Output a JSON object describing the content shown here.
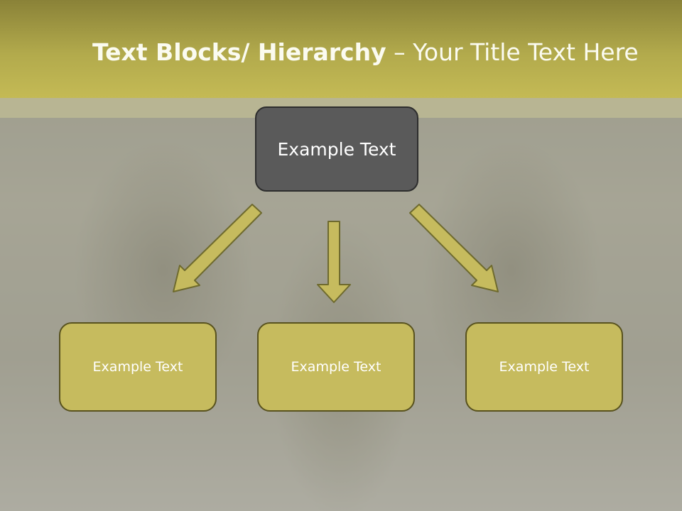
{
  "slide": {
    "title_bold": "Text Blocks/ Hierarchy",
    "title_separator": " – ",
    "title_rest": "Your Title Text Here"
  },
  "diagram": {
    "top": {
      "label": "Example Text"
    },
    "children": [
      {
        "label": "Example Text"
      },
      {
        "label": "Example Text"
      },
      {
        "label": "Example Text"
      }
    ]
  },
  "colors": {
    "header": "#b2aa4c",
    "top_box": "#5a5a5a",
    "child_box": "#c6bb5e",
    "arrow_fill": "#c6bb5e",
    "arrow_stroke": "#6e6a2e"
  }
}
